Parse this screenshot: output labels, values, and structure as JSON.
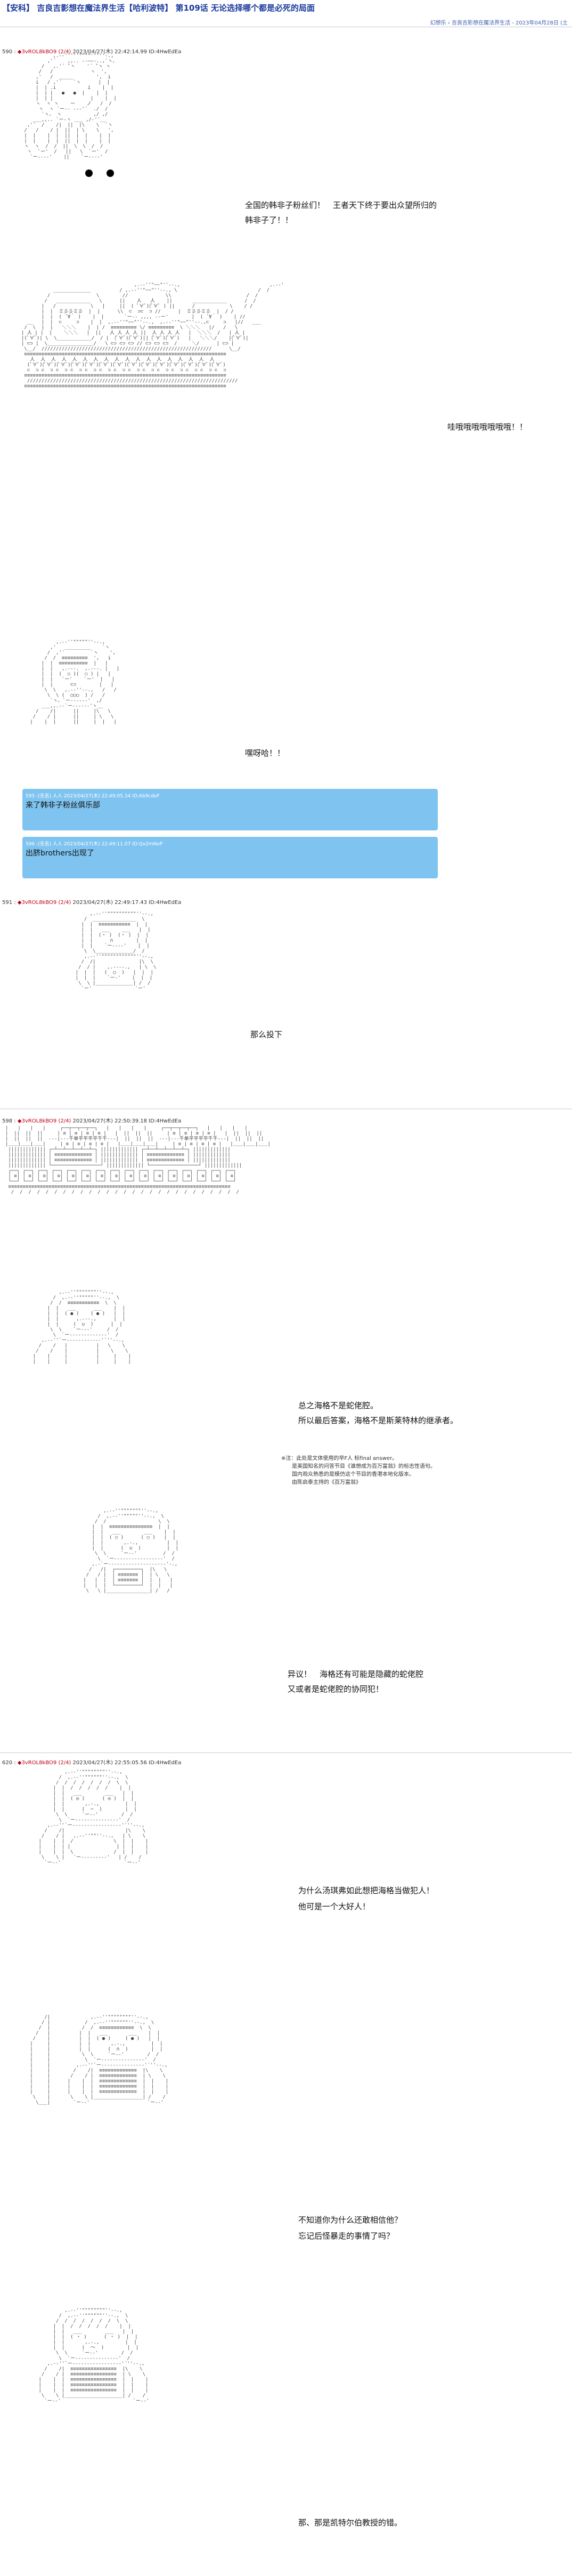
{
  "header": {
    "title": "【安科】 吉良吉影想在魔法界生活【哈利波特】 第109话 无论选择哪个都是必死的局面",
    "subline": "幻想乐 › 吉良吉影想在魔法界生活 - 2023年04月28日 (土"
  },
  "posts": [
    {
      "num": "590 :",
      "name": "◆3vROL8kBO9 (2/4)",
      "date": "2023/04/27(木) 22:42:14.99 ID:4HwEdEa"
    },
    {
      "num": "591 :",
      "name": "◆3vROL8kBO9 (2/4)",
      "date": "2023/04/27(木) 22:49:17.43 ID:4HwEdEa"
    },
    {
      "num": "598 :",
      "name": "◆3vROL8kBO9 (2/4)",
      "date": "2023/04/27(木) 22:50:39.18 ID:4HwEdEa"
    },
    {
      "num": "620 :",
      "name": "◆3vROL8kBO9 (2/4)",
      "date": "2023/04/27(木) 22:55:05.56 ID:4HwEdEa"
    }
  ],
  "dialogues": {
    "d1a": "全国的韩非子粉丝们！　王者天下终于要出众望所归的",
    "d1b": "韩非子了！！",
    "d2": "哇哦哦哦哦哦哦哦！！",
    "d3": "嘿呀哈！！",
    "d4": "那么投下",
    "d5a": "总之海格不是蛇佬腔。",
    "d5b": "所以最后答案，海格不是斯莱特林的继承者。",
    "d6a": "异议！　海格还有可能是隐藏的蛇佬腔",
    "d6b": "又或者是蛇佬腔的协同犯！",
    "d7a": "为什么汤琪弗如此想把海格当做犯人！",
    "d7b": "他可是一个大好人！",
    "d8a": "不知道你为什么还敢相信他？",
    "d8b": "忘记后怪暴走的事情了吗？",
    "d9": "那、那是凯特尔伯教授的错。"
  },
  "note": {
    "l1": "※注：此处是文体使用的早F人 标final answer。",
    "l2": "　　是美国知名的问答节目《谁想成为百万富翁》的标志性语句。",
    "l3": "　　国内观众熟悉的是模仿这个节目的香港本地化版本。",
    "l4": "　　由陈启泰主持的《百万富翁》"
  },
  "comments": [
    {
      "meta": "595 :(无名) 人人 2023/04/27(木) 22:49:05.34 ID:Ab9cdeF",
      "text": "来了韩非子粉丝俱乐部"
    },
    {
      "meta": "596 :(无名) 人人 2023/04/27(木) 22:49:11.07 ID:Qx2mNoP",
      "text": "出脐brothers出现了"
    }
  ],
  "icons": {
    "eye": "eye-dot-icon"
  }
}
